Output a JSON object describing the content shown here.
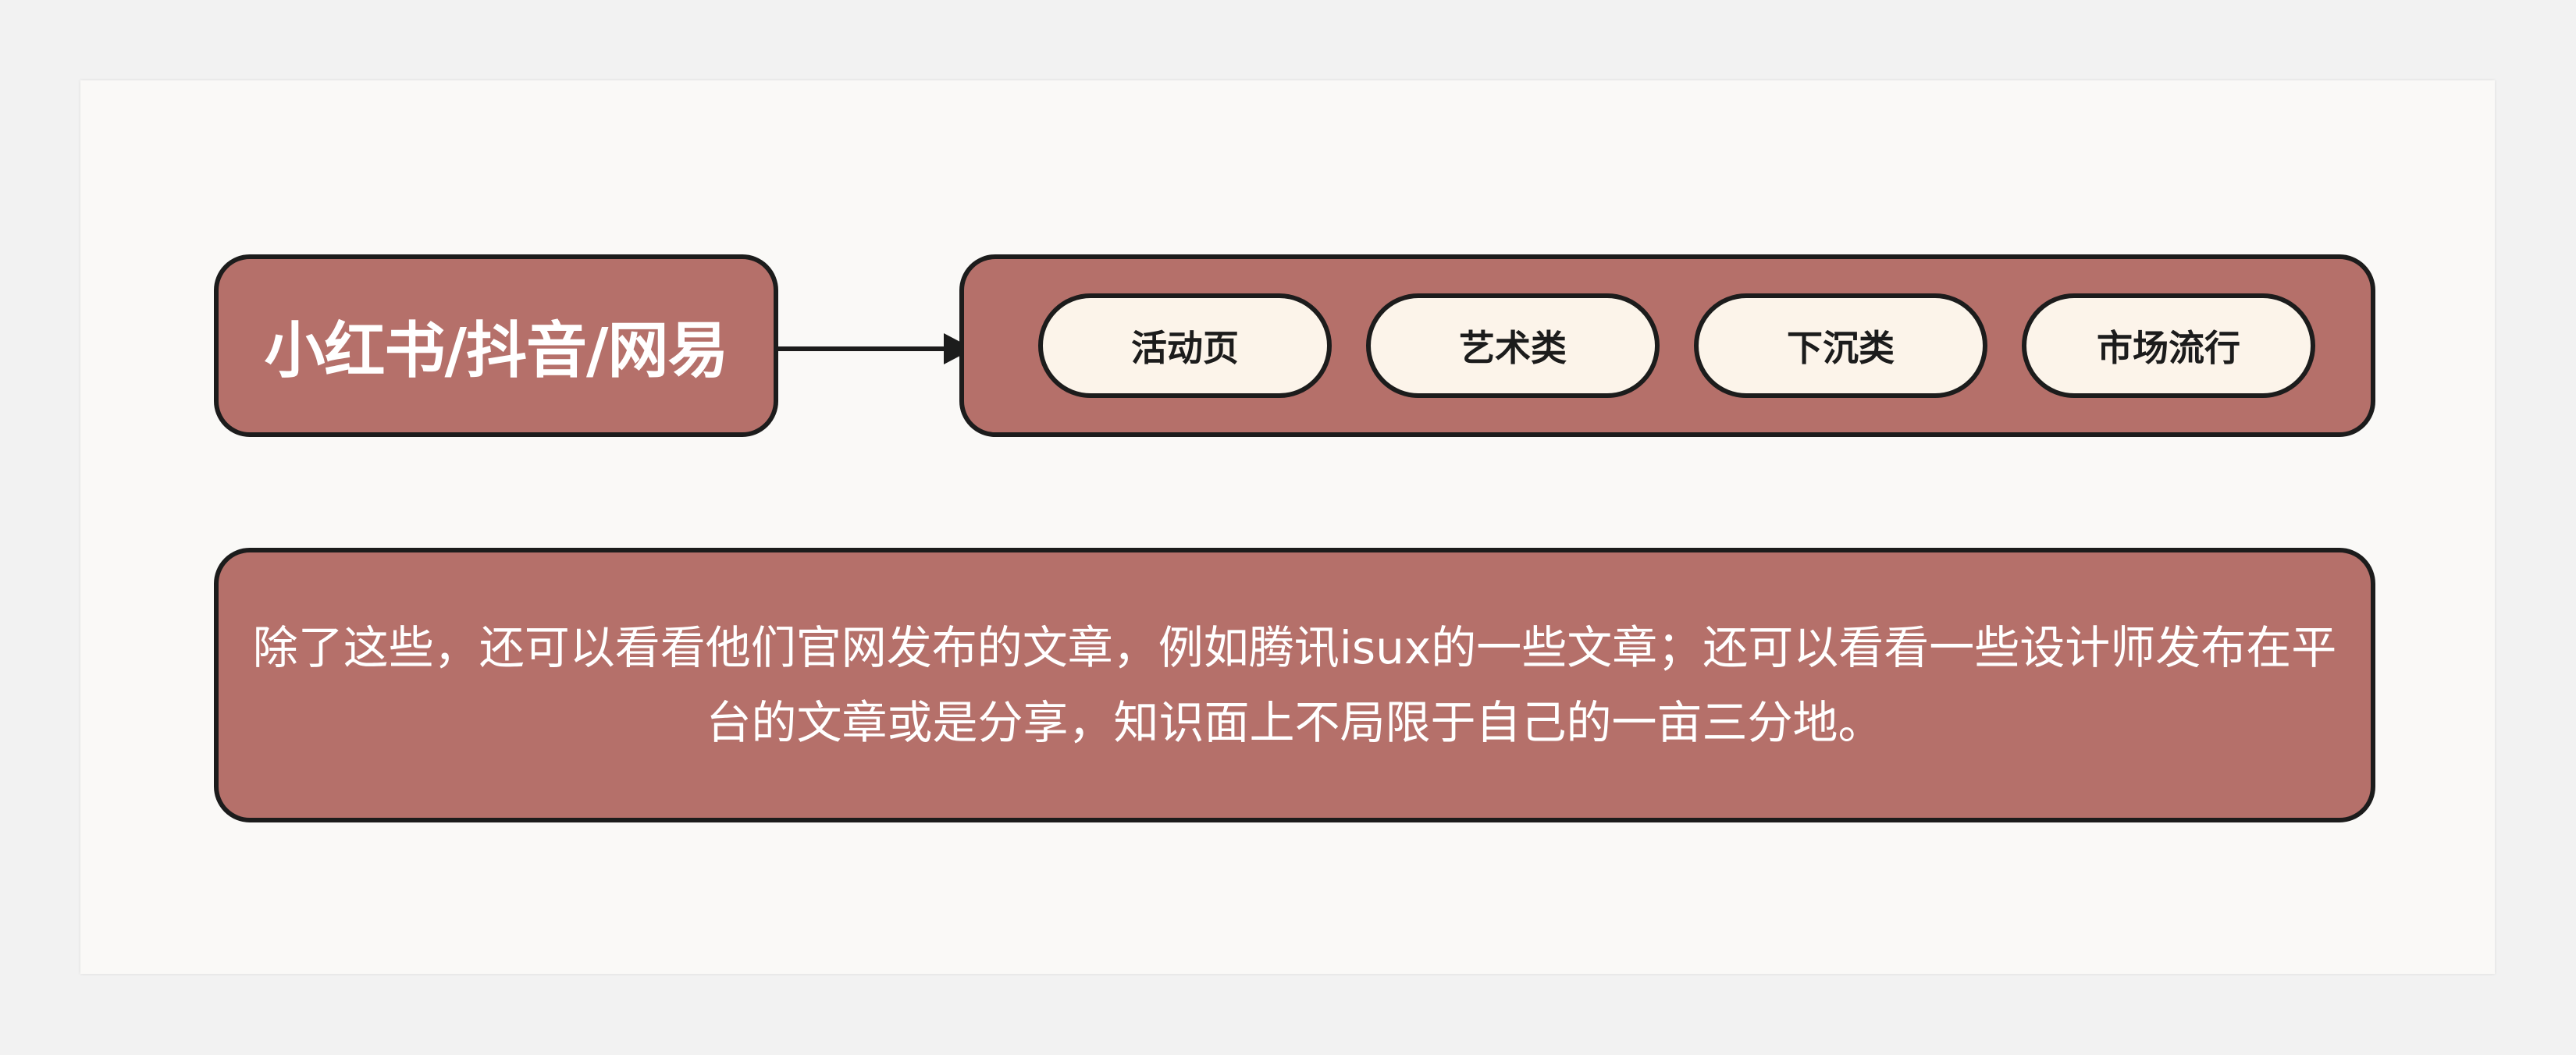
{
  "source": {
    "label": "小红书/抖音/网易"
  },
  "categories": [
    {
      "label": "活动页"
    },
    {
      "label": "艺术类"
    },
    {
      "label": "下沉类"
    },
    {
      "label": "市场流行"
    }
  ],
  "note": {
    "text": "除了这些，还可以看看他们官网发布的文章，例如腾讯isux的一些文章；还可以看看一些设计师发布在平台的文章或是分享，知识面上不局限于自己的一亩三分地。"
  },
  "colors": {
    "box_fill": "#b5706a",
    "pill_fill": "#fcf4ea",
    "border": "#1c1c1c",
    "canvas": "#faf9f7",
    "background": "#f2f2f2"
  }
}
